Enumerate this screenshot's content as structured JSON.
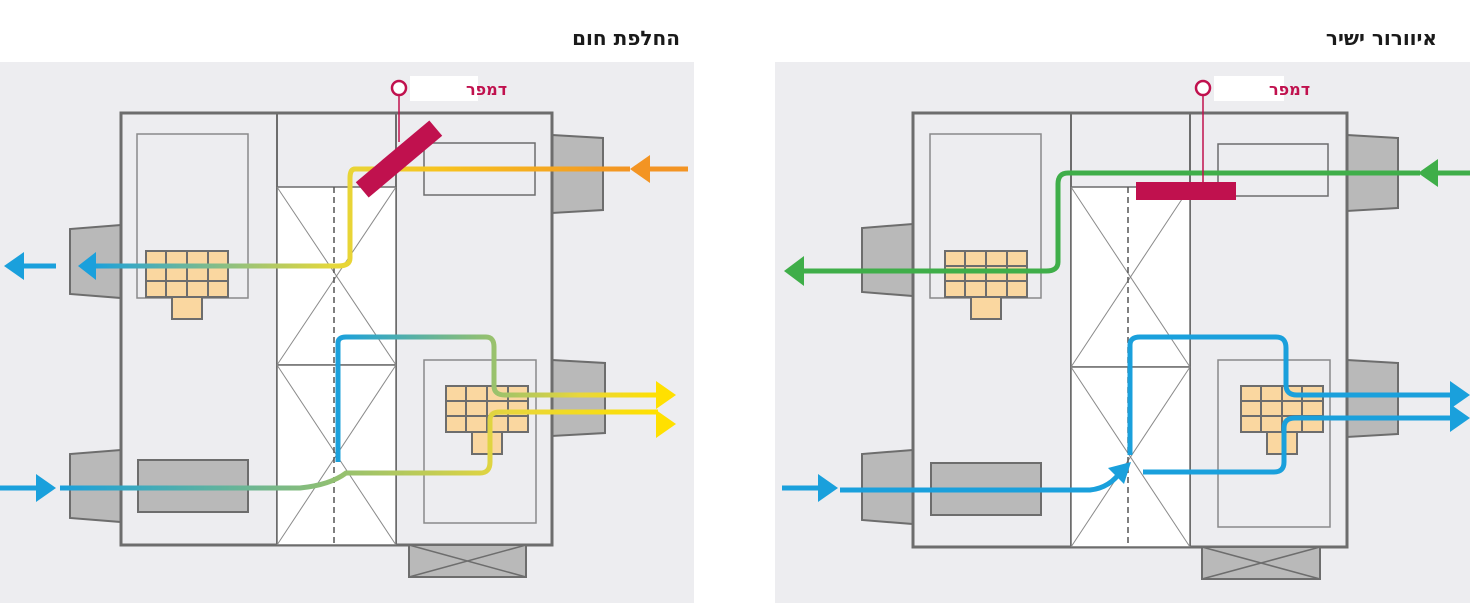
{
  "panels": {
    "heat_exchange": {
      "title": "החלפת חום",
      "damper_label": "דמפר"
    },
    "direct_ventilation": {
      "title": "איוורור ישיר",
      "damper_label": "דמפר"
    }
  },
  "colors": {
    "panel_bg": "#ededf0",
    "unit_stroke": "#6d6d6d",
    "duct_fill": "#b9b9b9",
    "filter_fill": "#fad7a0",
    "damper": "#c0114e",
    "outdoor_air_hot": "#f39423",
    "fresh_air_green": "#3fae49",
    "return_air_blue": "#1aa0dc",
    "supply_air_yellow": "#ffe000"
  }
}
